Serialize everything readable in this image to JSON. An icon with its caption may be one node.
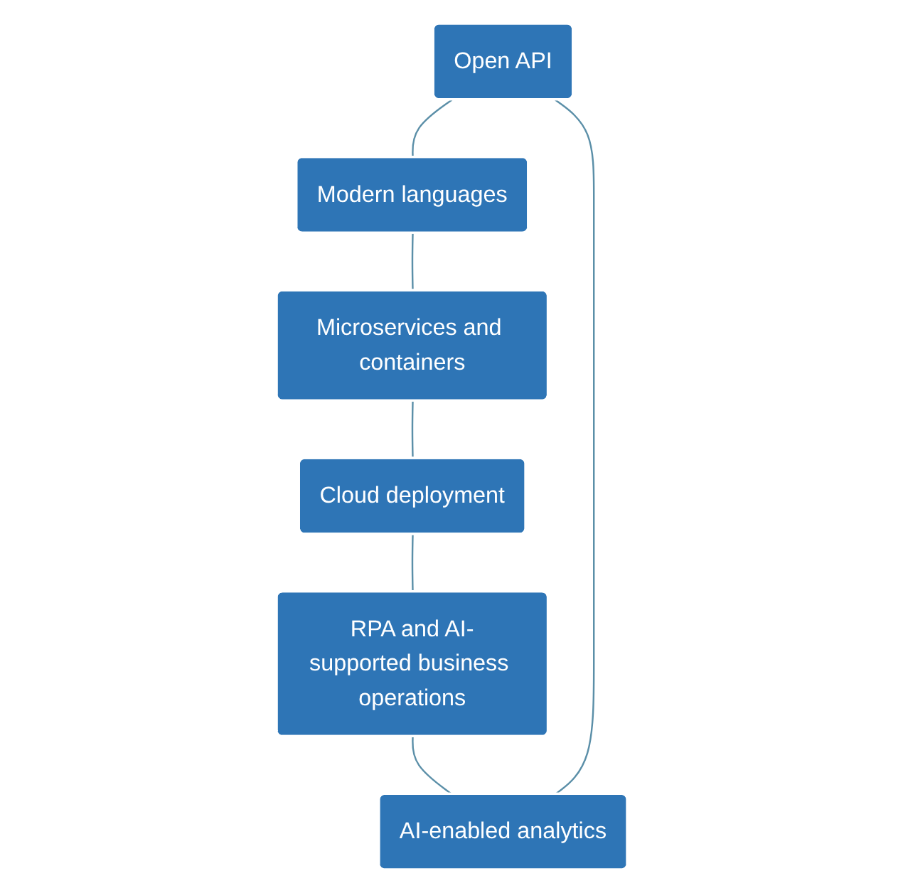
{
  "diagram": {
    "nodes": [
      {
        "text": [
          "Open API"
        ]
      },
      {
        "text": [
          "AI-enabled analytics"
        ]
      },
      {
        "text": [
          "Modern languages"
        ]
      },
      {
        "text": [
          "RPA and AI-supported business operations"
        ]
      },
      {
        "text": [
          "Microservices and containers"
        ]
      },
      {
        "text": [
          "Cloud deployment"
        ]
      }
    ],
    "edges": [
      {
        "from": 0,
        "to": 2,
        "arrow": "none"
      },
      {
        "from": 2,
        "to": 4,
        "arrow": "none"
      },
      {
        "from": 4,
        "to": 5,
        "arrow": "none"
      },
      {
        "from": 5,
        "to": 3,
        "arrow": "none"
      },
      {
        "from": 3,
        "to": 1,
        "arrow": "none"
      },
      {
        "from": 1,
        "to": 0,
        "arrow": "none"
      }
    ]
  }
}
